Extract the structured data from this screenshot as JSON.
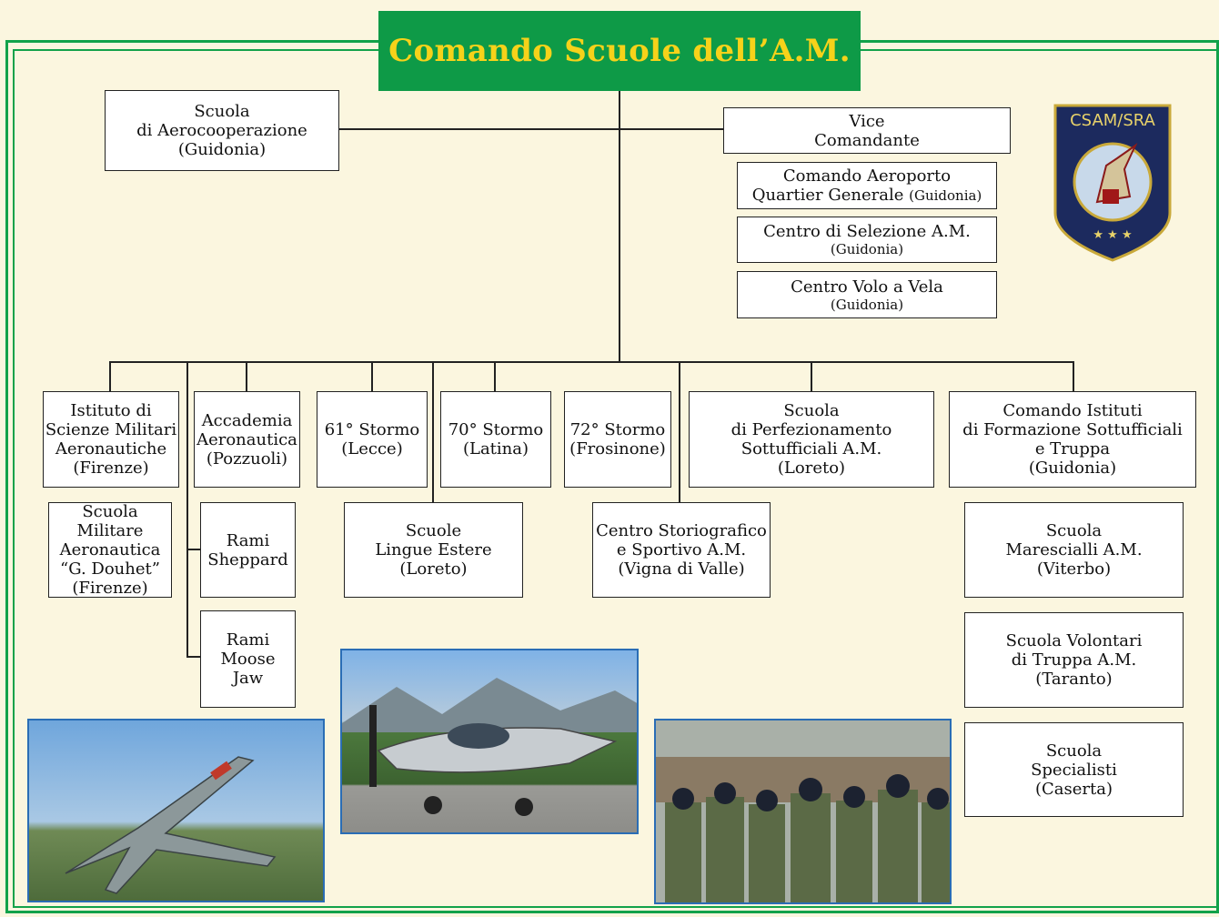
{
  "header": {
    "title": "Comando Scuole dell’A.M."
  },
  "top_left": {
    "line1": "Scuola",
    "line2": "di Aerocooperazione",
    "line3": "(Guidonia)"
  },
  "vice": {
    "line1": "Vice",
    "line2": "Comandante"
  },
  "right_stack": [
    {
      "line1": "Comando Aeroporto",
      "line2a": "Quartier Generale ",
      "line2b": "(Guidonia)"
    },
    {
      "line1": "Centro di Selezione A.M.",
      "line2": "(Guidonia)"
    },
    {
      "line1": "Centro Volo a Vela",
      "line2": "(Guidonia)"
    }
  ],
  "units": {
    "istituto": [
      "Istituto di",
      "Scienze Militari",
      "Aeronautiche",
      "(Firenze)"
    ],
    "douhet": [
      "Scuola Militare",
      "Aeronautica",
      "“G. Douhet”",
      "(Firenze)"
    ],
    "accademia": [
      "Accademia",
      "Aeronautica",
      "(Pozzuoli)"
    ],
    "sheppard": [
      "Rami",
      "Sheppard"
    ],
    "moose": [
      "Rami",
      "Moose",
      "Jaw"
    ],
    "stormo61": [
      "61° Stormo",
      "(Lecce)"
    ],
    "stormo70": [
      "70° Stormo",
      "(Latina)"
    ],
    "stormo72": [
      "72° Stormo",
      "(Frosinone)"
    ],
    "lingue": [
      "Scuole",
      "Lingue Estere",
      "(Loreto)"
    ],
    "storiografico": [
      "Centro Storiografico",
      "e Sportivo A.M.",
      "(Vigna di Valle)"
    ],
    "perfezionamento": [
      "Scuola",
      "di Perfezionamento",
      "Sottufficiali A.M.",
      "(Loreto)"
    ],
    "istituti_formazione": [
      "Comando Istituti",
      "di Formazione Sottufficiali",
      "e Truppa",
      "(Guidonia)"
    ],
    "marescialli": [
      "Scuola",
      "Marescialli A.M.",
      "(Viterbo)"
    ],
    "volontari": [
      "Scuola Volontari",
      "di Truppa A.M.",
      "(Taranto)"
    ],
    "specialisti": [
      "Scuola",
      "Specialisti",
      "(Caserta)"
    ]
  },
  "crest": {
    "text": "CSAM/SRA"
  },
  "colors": {
    "green": "#0e9a47",
    "frame": "#12a24a",
    "title": "#f6d21a",
    "background": "#fbf6df",
    "photo_border": "#2a6db5"
  }
}
